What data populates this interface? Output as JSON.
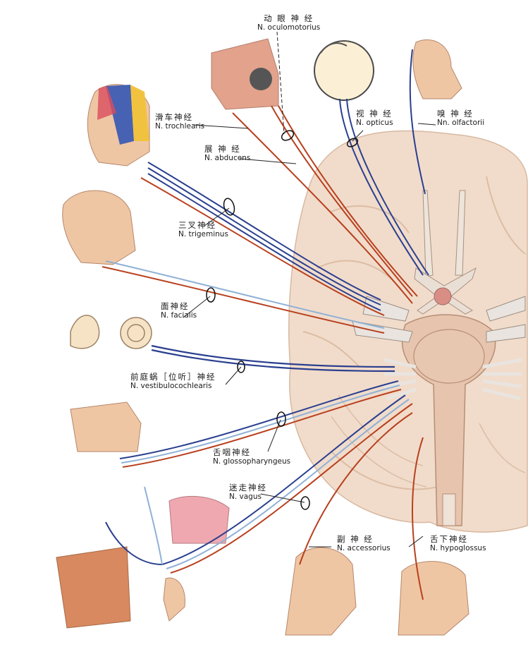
{
  "nerves": {
    "oculomotor": {
      "zh": "动 眼 神 经",
      "la": "N. oculomotorius"
    },
    "trochlear": {
      "zh": "滑车神经",
      "la": "N. trochlearis"
    },
    "abducens": {
      "zh": "展 神 经",
      "la": "N. abducens"
    },
    "optic": {
      "zh": "视 神 经",
      "la": "N. opticus"
    },
    "olfactory": {
      "zh": "嗅 神 经",
      "la": "Nn. olfactorii"
    },
    "trigeminal": {
      "zh": "三叉神经",
      "la": "N. trigeminus"
    },
    "facial": {
      "zh": "面神经",
      "la": "N. facialis"
    },
    "vestibulocochlear": {
      "zh": "前庭蜗［位听］神经",
      "la": "N. vestibulocochlearis"
    },
    "glossopharyngeal": {
      "zh": "舌咽神经",
      "la": "N. glossopharyngeus"
    },
    "vagus": {
      "zh": "迷走神经",
      "la": "N. vagus"
    },
    "accessory": {
      "zh": "副 神 经",
      "la": "N. accessorius"
    },
    "hypoglossal": {
      "zh": "舌下神经",
      "la": "N. hypoglossus"
    }
  },
  "colors": {
    "motor_fiber": "#b8401e",
    "sensory_fiber": "#2a3f8f",
    "parasympathetic_fiber": "#8fb1d6",
    "brain": "#f1dccb",
    "brainstem": "#e6c4ae",
    "skin": "#efc6a4"
  }
}
